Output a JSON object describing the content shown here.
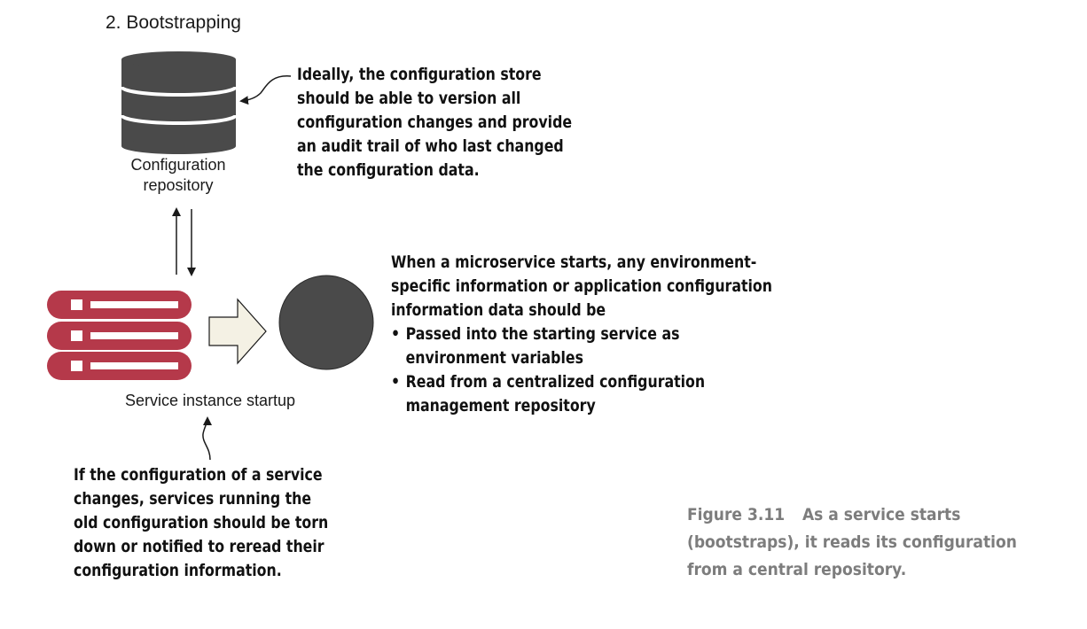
{
  "step_title": "2. Bootstrapping",
  "repository": {
    "label_line1": "Configuration",
    "label_line2": "repository"
  },
  "service": {
    "label": "Service instance startup"
  },
  "callouts": {
    "store": [
      "Ideally, the configuration store",
      "should be able to version all",
      "configuration changes and provide",
      "an audit trail of who last changed",
      "the configuration data."
    ],
    "startup": {
      "intro": [
        "When a microservice starts, any environment-",
        "specific information or application configuration",
        "information data should be"
      ],
      "bullets": [
        {
          "line1": "Passed into the starting service as",
          "line2": "environment variables"
        },
        {
          "line1": "Read from a centralized configuration",
          "line2": "management repository"
        }
      ]
    },
    "change": [
      "If the configuration of a service",
      "changes, services running the",
      "old configuration should be torn",
      "down or notified to reread their",
      "configuration information."
    ]
  },
  "caption": {
    "figure": "Figure 3.11",
    "line1": "As a service starts",
    "line2": "(bootstraps), it reads its configuration",
    "line3": "from a central repository."
  },
  "colors": {
    "database": "#4a4a4a",
    "server_rack": "#b5394a",
    "server_slot": "#ffffff",
    "service_circle": "#4a4a4a",
    "process_arrow_fill": "#f4f1e4",
    "caption_text": "#7d7d7d"
  },
  "icons": {
    "repository": "database-icon",
    "service": "server-rack-icon",
    "process": "right-block-arrow-icon",
    "instance": "service-circle-icon"
  }
}
